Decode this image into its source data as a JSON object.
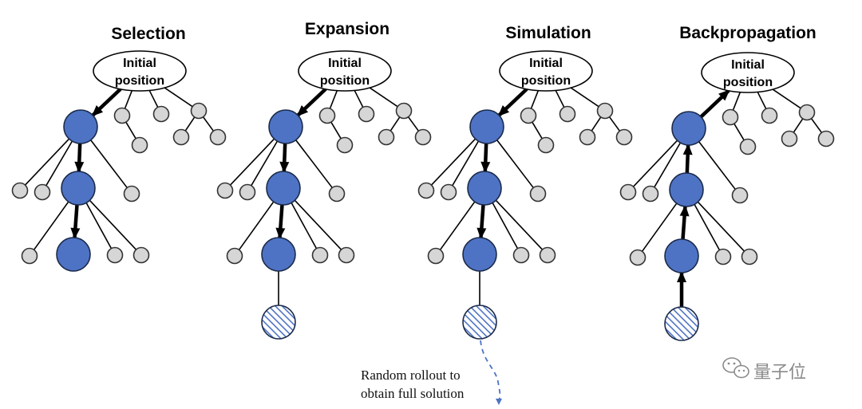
{
  "colors": {
    "blue_node": "#4e73c4",
    "blue_node_stroke": "#1b2a4a",
    "gray_node": "#d6d6d6",
    "gray_node_stroke": "#333333",
    "edge": "#000000",
    "hatch": "#4e73c4",
    "rollout": "#4e73c4"
  },
  "root_label_line1": "Initial",
  "root_label_line2": "position",
  "panels": [
    {
      "title": "Selection",
      "expanded_node": false,
      "arrows": "down"
    },
    {
      "title": "Expansion",
      "expanded_node": true,
      "arrows": "down"
    },
    {
      "title": "Simulation",
      "expanded_node": true,
      "arrows": "down",
      "rollout": true
    },
    {
      "title": "Backpropagation",
      "expanded_node": true,
      "arrows": "up"
    }
  ],
  "annotation": {
    "line1": "Random rollout to",
    "line2": "obtain full solution"
  },
  "watermark": {
    "icon": "wechat-icon",
    "text": "量子位"
  }
}
